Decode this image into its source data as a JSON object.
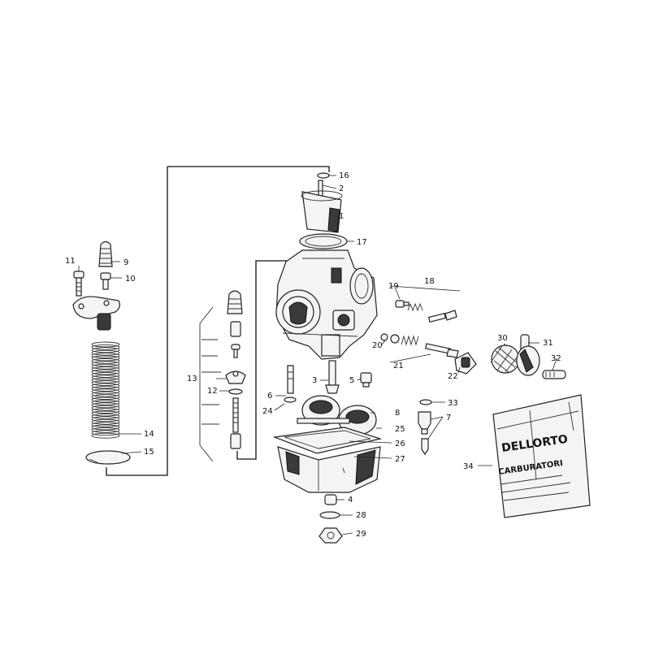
{
  "callouts": [
    "1",
    "2",
    "3",
    "4",
    "5",
    "6",
    "7",
    "8",
    "9",
    "10",
    "11",
    "12",
    "13",
    "14",
    "15",
    "16",
    "17",
    "18",
    "19",
    "20",
    "21",
    "22",
    "24",
    "25",
    "26",
    "27",
    "28",
    "29",
    "30",
    "31",
    "32",
    "33",
    "34"
  ],
  "bag": {
    "brand": "DELLORTO",
    "label": "CARBURATORI"
  }
}
